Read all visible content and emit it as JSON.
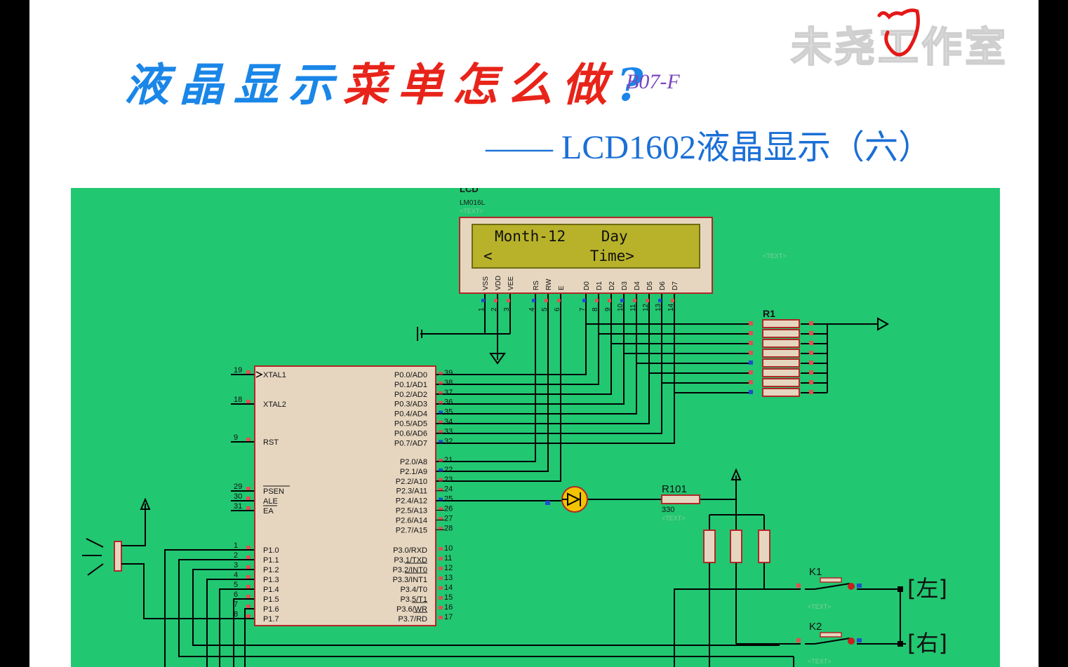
{
  "watermark": {
    "text": "未尧工作室"
  },
  "title": {
    "part1": "液晶显示",
    "part2": "菜单怎么做",
    "part3": "?",
    "code": "B07-F"
  },
  "subtitle": "—— LCD1602液晶显示（六）",
  "lcd": {
    "label": "LCD",
    "model": "LM016L",
    "text_tag": "<TEXT>",
    "line1": "Month-12    Day",
    "line2": "<           Time>",
    "pin_names": [
      "VSS",
      "VDD",
      "VEE",
      "RS",
      "RW",
      "E",
      "D0",
      "D1",
      "D2",
      "D3",
      "D4",
      "D5",
      "D6",
      "D7"
    ],
    "pin_numbers": [
      "1",
      "2",
      "3",
      "4",
      "5",
      "6",
      "7",
      "8",
      "9",
      "10",
      "11",
      "12",
      "13",
      "14"
    ]
  },
  "free_text_tag": "<TEXT>",
  "rpack": {
    "label": "R1"
  },
  "mcu": {
    "left_pins": [
      {
        "num": "19",
        "name": "XTAL1"
      },
      {
        "num": "18",
        "name": "XTAL2"
      },
      {
        "num": "9",
        "name": "RST"
      },
      {
        "num": "29",
        "name": "PSEN"
      },
      {
        "num": "30",
        "name": "ALE"
      },
      {
        "num": "31",
        "name": "EA"
      },
      {
        "num": "1",
        "name": "P1.0"
      },
      {
        "num": "2",
        "name": "P1.1"
      },
      {
        "num": "3",
        "name": "P1.2"
      },
      {
        "num": "4",
        "name": "P1.3"
      },
      {
        "num": "5",
        "name": "P1.4"
      },
      {
        "num": "6",
        "name": "P1.5"
      },
      {
        "num": "7",
        "name": "P1.6"
      },
      {
        "num": "8",
        "name": "P1.7"
      }
    ],
    "right_pins": [
      {
        "num": "39",
        "name": "P0.0/AD0"
      },
      {
        "num": "38",
        "name": "P0.1/AD1"
      },
      {
        "num": "37",
        "name": "P0.2/AD2"
      },
      {
        "num": "36",
        "name": "P0.3/AD3"
      },
      {
        "num": "35",
        "name": "P0.4/AD4"
      },
      {
        "num": "34",
        "name": "P0.5/AD5"
      },
      {
        "num": "33",
        "name": "P0.6/AD6"
      },
      {
        "num": "32",
        "name": "P0.7/AD7"
      },
      {
        "num": "21",
        "name": "P2.0/A8"
      },
      {
        "num": "22",
        "name": "P2.1/A9"
      },
      {
        "num": "23",
        "name": "P2.2/A10"
      },
      {
        "num": "24",
        "name": "P2.3/A11"
      },
      {
        "num": "25",
        "name": "P2.4/A12"
      },
      {
        "num": "26",
        "name": "P2.5/A13"
      },
      {
        "num": "27",
        "name": "P2.6/A14"
      },
      {
        "num": "28",
        "name": "P2.7/A15"
      },
      {
        "num": "10",
        "name": "P3.0/RXD"
      },
      {
        "num": "11",
        "name": "P3.1/TXD"
      },
      {
        "num": "12",
        "name": "P3.2/INT0"
      },
      {
        "num": "13",
        "name": "P3.3/INT1"
      },
      {
        "num": "14",
        "name": "P3.4/T0"
      },
      {
        "num": "15",
        "name": "P3.5/T1"
      },
      {
        "num": "16",
        "name": "P3.6/WR"
      },
      {
        "num": "17",
        "name": "P3.7/RD"
      }
    ]
  },
  "r101": {
    "label": "R101",
    "value": "330",
    "text_tag": "<TEXT>"
  },
  "keys": [
    {
      "label": "K1",
      "tag": "<TEXT>",
      "net": "[左]"
    },
    {
      "label": "K2",
      "tag": "<TEXT>",
      "net": "[右]"
    }
  ],
  "colors": {
    "board": "#22c771",
    "wire": "#000000",
    "part_fill": "#e6d6c0",
    "part_stroke": "#b02828",
    "lcd_screen": "#b7b22a"
  }
}
